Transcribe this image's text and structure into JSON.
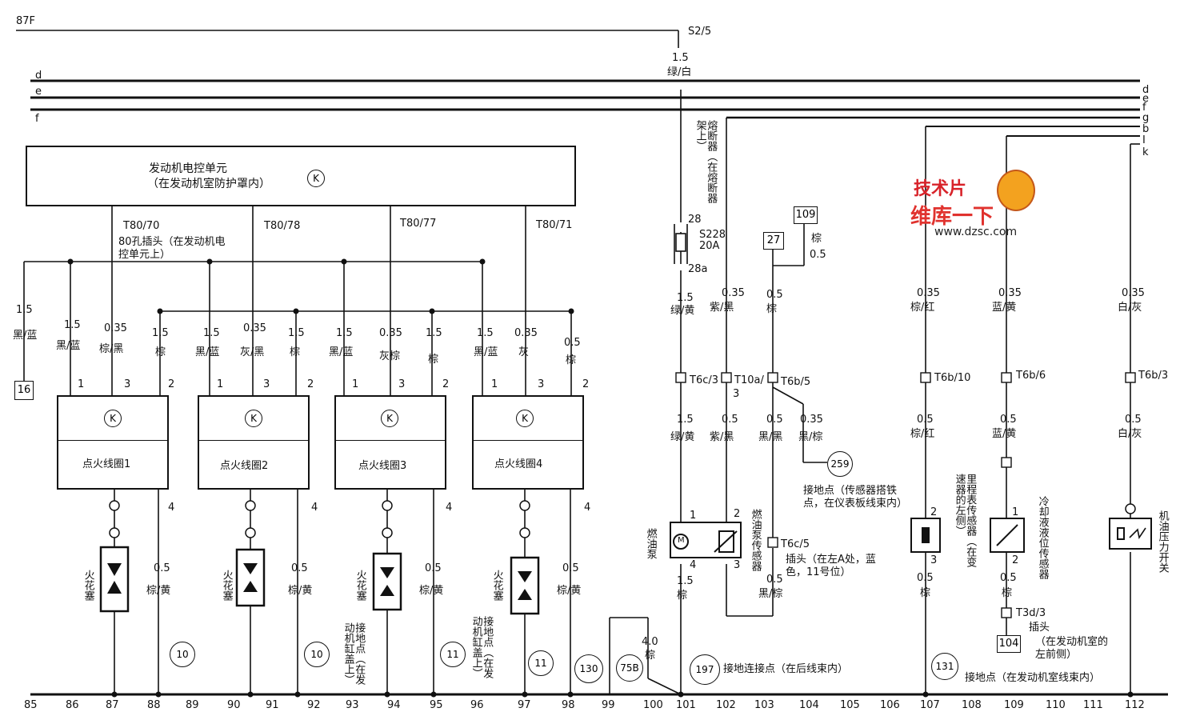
{
  "top": {
    "bus_label": "87F",
    "fuse_ref": "S2/5",
    "size": "1.5",
    "color": "绿/白"
  },
  "left_bus_labels": [
    "d",
    "e",
    "f"
  ],
  "right_bus_labels": [
    "d",
    "e",
    "f",
    "g",
    "b",
    "I",
    "k"
  ],
  "ecu": {
    "title": "发动机电控单元",
    "subtitle": "（在发动机室防护罩内）",
    "pins": [
      "T80/70",
      "T80/78",
      "T80/77",
      "T80/71"
    ],
    "connector_note": "80孔插头（在发动机电控单元上）"
  },
  "left_branch": {
    "size": "1.5",
    "color": "黑/蓝",
    "ref": "16"
  },
  "coils": [
    {
      "name": "点火线圈1",
      "w1s": "1.5",
      "w1c": "黑/蓝",
      "w3s": "0.35",
      "w3c": "棕/黑",
      "w2s": "1.5",
      "w2c": "棕",
      "plug": "火花塞",
      "w4s": "0.5",
      "w4c": "棕/黄",
      "gnd": "10"
    },
    {
      "name": "点火线圈2",
      "w1s": "1.5",
      "w1c": "黑/蓝",
      "w3s": "0.35",
      "w3c": "灰/黑",
      "w2s": "1.5",
      "w2c": "棕",
      "plug": "火花塞",
      "w4s": "0.5",
      "w4c": "棕/黄",
      "gnd": "10"
    },
    {
      "name": "点火线圈3",
      "w1s": "1.5",
      "w1c": "黑/蓝",
      "w3s": "0.35",
      "w3c": "灰棕",
      "w2s": "1.5",
      "w2c": "棕",
      "plug": "火花塞",
      "w4s": "0.5",
      "w4c": "棕/黄",
      "gnd": "11"
    },
    {
      "name": "点火线圈4",
      "w1s": "1.5",
      "w1c": "黑/蓝",
      "w3s": "0.35",
      "w3c": "灰",
      "w2s": "0.5",
      "w2c": "棕",
      "plug": "火花塞",
      "w4s": "0.5",
      "w4c": "棕/黄",
      "gnd": "11"
    }
  ],
  "pin_labels": [
    "1",
    "2",
    "3",
    "4"
  ],
  "ground_note": "接地点（在发动机缸盖上）",
  "fuse": {
    "note": "熔断器（在熔断器架上）",
    "name": "S228",
    "rating": "20A",
    "pin_top": "28",
    "pin_bottom": "28a",
    "out_size": "1.5",
    "out_color": "绿/黄"
  },
  "fuel_pump": {
    "label": "燃油泵",
    "conn": "T6c/3",
    "s1": "1.5",
    "c1": "绿/黄",
    "pin1": "1",
    "pin4": "4",
    "out_size": "1.5",
    "out_color": "棕",
    "symbol": "M"
  },
  "fuel_sensor": {
    "label": "燃油泵传感器",
    "in_size": "0.35",
    "in_color": "紫/黑",
    "conn": "T10a/",
    "conn_pin": "3",
    "s1": "0.5",
    "c1": "紫/黑",
    "pin2": "2",
    "pin3": "3"
  },
  "ground_t6b5": {
    "ref27": "27",
    "ref109": "109",
    "c109": "棕",
    "s109": "0.5",
    "s1": "0.5",
    "c1": "棕",
    "conn": "T6b/5",
    "sa": "0.5",
    "ca": "黑/黑",
    "sb": "0.35",
    "cb": "黑/棕",
    "ref259": "259",
    "note": "接地点（传感器搭铁点，在仪表板线束内）",
    "conn2": "T6c/5",
    "plug_note": "插头（在左A处，蓝色，11号位）",
    "s2": "0.5",
    "c2": "黑/棕"
  },
  "speed_sensor": {
    "note": "里程表传感器（在变速器的左侧）",
    "s1": "0.35",
    "c1": "棕/红",
    "conn": "T6b/10",
    "s2": "0.5",
    "c2": "棕/红",
    "pin2": "2",
    "pin3": "3",
    "s3": "0.5",
    "c3": "棕"
  },
  "coolant_sensor": {
    "label": "冷却液液位传感器",
    "s1": "0.35",
    "c1": "蓝/黄",
    "conn": "T6b/6",
    "s2": "0.5",
    "c2": "蓝/黄",
    "pin1": "1",
    "pin2": "2",
    "s3": "0.5",
    "c3": "棕",
    "conn2": "T3d/3",
    "plug_label": "插头",
    "plug_note": "（在发动机室的左前侧）",
    "ref104": "104"
  },
  "oil_switch": {
    "label": "机油压力开关",
    "s1": "0.35",
    "c1": "白/灰",
    "conn": "T6b/3",
    "s2": "0.5",
    "c2": "白/灰"
  },
  "bottom_ground": {
    "s": "4.0",
    "c": "棕",
    "ref130": "130",
    "ref75b": "75B",
    "ref197": "197",
    "note197": "接地连接点（在后线束内）",
    "ref131": "131",
    "note131": "接地点（在发动机室线束内）"
  },
  "axis": [
    "85",
    "86",
    "87",
    "88",
    "89",
    "90",
    "91",
    "92",
    "93",
    "94",
    "95",
    "96",
    "97",
    "98",
    "99",
    "100",
    "101",
    "102",
    "103",
    "104",
    "105",
    "106",
    "107",
    "108",
    "109",
    "110",
    "111",
    "112"
  ],
  "watermark": {
    "line1": "维库一下",
    "line2": "www.dzsc.com",
    "tag": "技术片"
  }
}
